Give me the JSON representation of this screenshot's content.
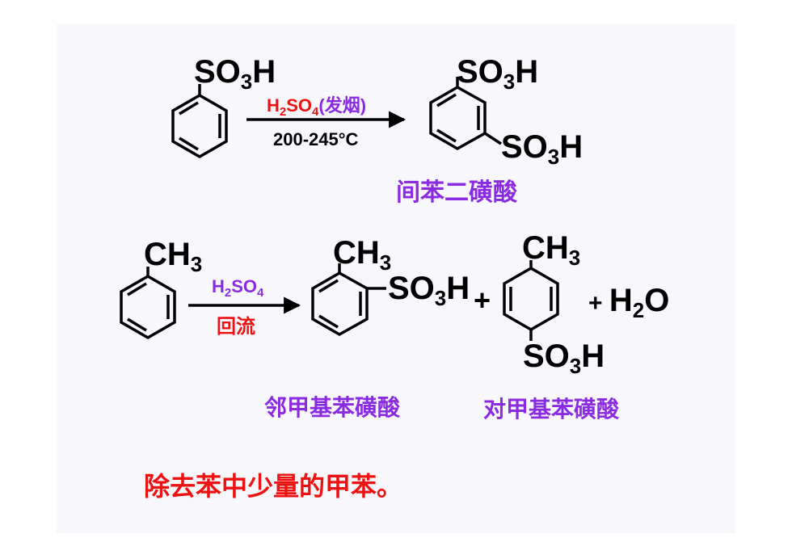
{
  "reaction1": {
    "reactant_group": "SO3H",
    "reagent_top": {
      "red_part": "H2SO4",
      "purple_part": "(发烟)"
    },
    "reagent_bottom": "200-245°C",
    "product_groups": [
      "SO3H",
      "SO3H"
    ],
    "product_name": "间苯二磺酸"
  },
  "reaction2": {
    "reactant_group": "CH3",
    "reagent_top": "H2SO4",
    "reagent_bottom": "回流",
    "product_ortho_groups": [
      "CH3",
      "SO3H"
    ],
    "plus": "+",
    "product_para_groups": [
      "CH3",
      "SO3H"
    ],
    "water": "+ H2O",
    "product_ortho_name": "邻甲基苯磺酸",
    "product_para_name": "对甲基苯磺酸"
  },
  "note": "除去苯中少量的甲苯。",
  "colors": {
    "red": "#ee1111",
    "purple": "#8a2be2",
    "black": "#000000",
    "slide_bg": "#f7f7fc"
  }
}
